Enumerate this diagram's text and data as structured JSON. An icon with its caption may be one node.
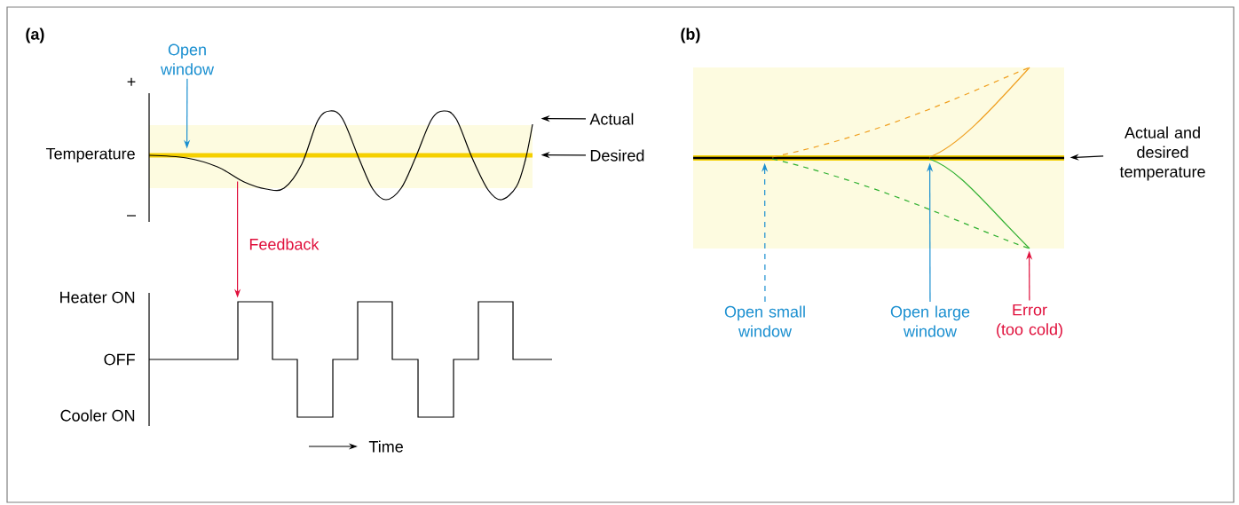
{
  "diagram": {
    "nodes": [
      {
        "text": [
          "Open window"
        ]
      },
      {
        "text": [
          "Actual"
        ]
      },
      {
        "text": [
          "Desired"
        ]
      },
      {
        "text": [],
        "shape": "picture"
      },
      {
        "text": [],
        "shape": "picture"
      },
      {
        "text": [
          "Open small window"
        ]
      },
      {
        "text": [
          "Open large window"
        ]
      },
      {
        "text": [
          "Error",
          "(too cold)"
        ]
      },
      {
        "text": [
          "Actual and desired temperature"
        ]
      },
      {
        "text": [],
        "shape": "picture"
      }
    ],
    "edges": [
      {
        "from": 0,
        "to": 3,
        "arrow": "to",
        "color": "#1a8fd0"
      },
      {
        "from": 1,
        "to": 3,
        "arrow": "to",
        "color": "#000000"
      },
      {
        "from": 2,
        "to": 3,
        "arrow": "to",
        "color": "#000000"
      },
      {
        "from": 3,
        "to": 4,
        "arrow": "to",
        "label": "Feedback",
        "color": "#e0103c"
      },
      {
        "from": 5,
        "to": 9,
        "arrow": "to",
        "style": "dashed",
        "color": "#1a8fd0"
      },
      {
        "from": 6,
        "to": 9,
        "arrow": "to",
        "color": "#1a8fd0"
      },
      {
        "from": 7,
        "to": 9,
        "arrow": "to",
        "color": "#e0103c"
      },
      {
        "from": 8,
        "to": 9,
        "arrow": "to",
        "color": "#000000"
      }
    ],
    "labels": [
      "(a)",
      "+",
      "Temperature",
      "–",
      "Heater ON",
      "OFF",
      "Cooler ON",
      "Time",
      "(b)"
    ]
  }
}
